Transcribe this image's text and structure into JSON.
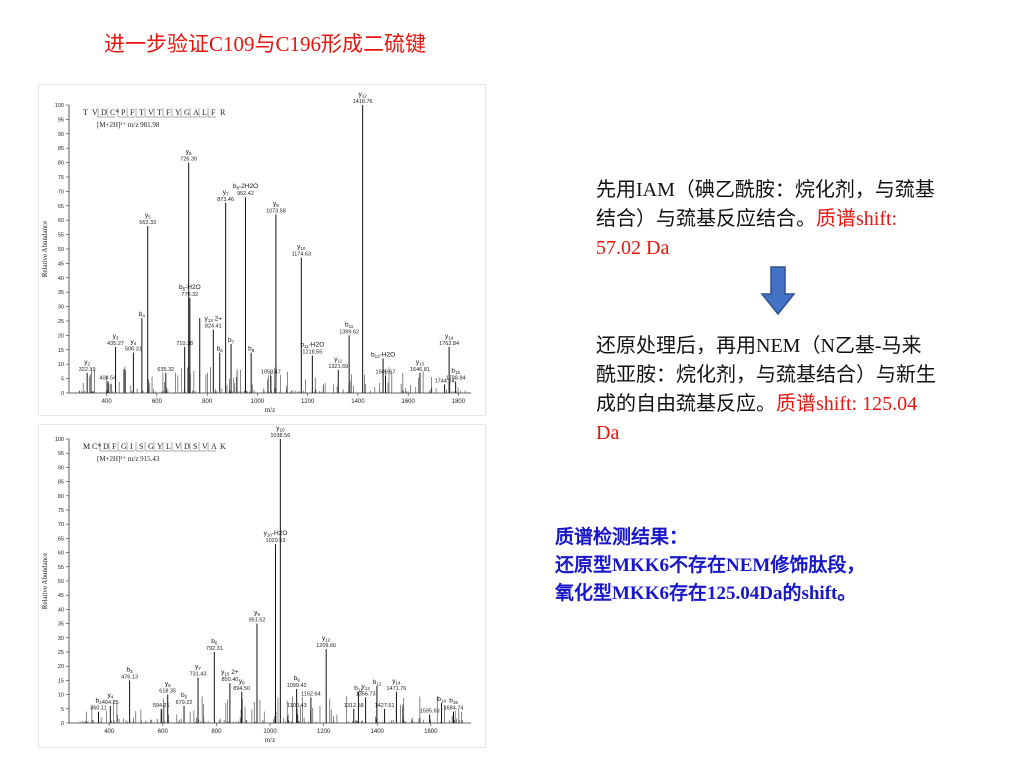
{
  "title": "进一步验证C109与C196形成二硫键",
  "note1": {
    "text": "先用IAM（碘乙酰胺：烷化剂，与巯基结合）与巯基反应结合。",
    "shift": "质谱shift: 57.02 Da"
  },
  "note2": {
    "text": "还原处理后，再用NEM（N乙基-马来酰亚胺：烷化剂，与巯基结合）与新生成的自由巯基反应。",
    "shift": "质谱shift: 125.04 Da"
  },
  "result": {
    "heading": "质谱检测结果：",
    "line1": "还原型MKK6不存在NEM修饰肽段，",
    "line2": "氧化型MKK6存在125.04Da的shift。"
  },
  "colors": {
    "title": "#e8150e",
    "result": "#1717c9",
    "arrow": "#4472c4"
  },
  "chart_data": [
    {
      "type": "bar",
      "peptide": [
        "T",
        "V",
        "D",
        "C*",
        "P",
        "F",
        "T",
        "V",
        "T",
        "F",
        "Y",
        "G",
        "A",
        "L",
        "F",
        "R"
      ],
      "precursor": "[M+2H]²⁺ m/z 981.98",
      "xlabel": "m/z",
      "ylabel": "Relative Abundance",
      "xlim": [
        250,
        1850
      ],
      "ylim": [
        0,
        100
      ],
      "xticks": [
        400,
        600,
        800,
        1000,
        1200,
        1400,
        1600,
        1800
      ],
      "yticks": [
        0,
        5,
        10,
        15,
        20,
        25,
        30,
        35,
        40,
        45,
        50,
        55,
        60,
        65,
        70,
        75,
        80,
        85,
        90,
        95,
        100
      ],
      "peaks": [
        {
          "mz": 322.19,
          "rel": 7,
          "label": "y2",
          "mzText": "322.19"
        },
        {
          "mz": 404.54,
          "rel": 4,
          "label": "",
          "mzText": "404.54"
        },
        {
          "mz": 435.27,
          "rel": 16,
          "label": "y3",
          "mzText": "435.27"
        },
        {
          "mz": 506.31,
          "rel": 14,
          "label": "y4",
          "mzText": "506.31"
        },
        {
          "mz": 540,
          "rel": 26,
          "label": "b4",
          "mzText": ""
        },
        {
          "mz": 563.33,
          "rel": 58,
          "label": "y5",
          "mzText": "563.33"
        },
        {
          "mz": 635.32,
          "rel": 7,
          "label": "",
          "mzText": "635.32"
        },
        {
          "mz": 710.38,
          "rel": 16,
          "label": "",
          "mzText": "710.38"
        },
        {
          "mz": 726.39,
          "rel": 80,
          "label": "y6",
          "mzText": "726.39"
        },
        {
          "mz": 731,
          "rel": 33,
          "label": "b5-H2O",
          "mzText": "770.32"
        },
        {
          "mz": 770.32,
          "rel": 26,
          "label": "",
          "mzText": ""
        },
        {
          "mz": 824.41,
          "rel": 22,
          "label": "y13 2+",
          "mzText": "824.41"
        },
        {
          "mz": 850,
          "rel": 14,
          "label": "b6",
          "mzText": ""
        },
        {
          "mz": 873.46,
          "rel": 66,
          "label": "y7",
          "mzText": "873.46"
        },
        {
          "mz": 895,
          "rel": 17,
          "label": "b7",
          "mzText": ""
        },
        {
          "mz": 952.42,
          "rel": 68,
          "label": "b8-2H2O",
          "mzText": "952.42"
        },
        {
          "mz": 975,
          "rel": 14,
          "label": "b8",
          "mzText": ""
        },
        {
          "mz": 1053.47,
          "rel": 6,
          "label": "",
          "mzText": "1053.47"
        },
        {
          "mz": 1073.58,
          "rel": 62,
          "label": "y9",
          "mzText": "1073.58"
        },
        {
          "mz": 1174.63,
          "rel": 47,
          "label": "y10",
          "mzText": "1174.63"
        },
        {
          "mz": 1218.55,
          "rel": 13,
          "label": "b11-H2O",
          "mzText": "1218.55"
        },
        {
          "mz": 1321.69,
          "rel": 8,
          "label": "y11",
          "mzText": "1321.69"
        },
        {
          "mz": 1365,
          "rel": 20,
          "label": "b11",
          "mzText": "1399.62"
        },
        {
          "mz": 1418.76,
          "rel": 100,
          "label": "y12",
          "mzText": "1418.76"
        },
        {
          "mz": 1500,
          "rel": 12,
          "label": "b13-H2O",
          "mzText": ""
        },
        {
          "mz": 1509.67,
          "rel": 6,
          "label": "",
          "mzText": "1509.67"
        },
        {
          "mz": 1646.81,
          "rel": 7,
          "label": "y13",
          "mzText": "1646.81"
        },
        {
          "mz": 1744.84,
          "rel": 3,
          "label": "",
          "mzText": "1744.84"
        },
        {
          "mz": 1762.84,
          "rel": 16,
          "label": "y14",
          "mzText": "1762.84"
        },
        {
          "mz": 1788.84,
          "rel": 4,
          "label": "b15",
          "mzText": "1788.84"
        }
      ]
    },
    {
      "type": "bar",
      "peptide": [
        "M",
        "C*",
        "D",
        "F",
        "G",
        "I",
        "S",
        "G",
        "Y",
        "L",
        "V",
        "D",
        "S",
        "V",
        "A",
        "K"
      ],
      "precursor": "[M+2H]²⁺ m/z 915.43",
      "xlabel": "m/z",
      "ylabel": "Relative Abundance",
      "xlim": [
        250,
        1750
      ],
      "ylim": [
        0,
        100
      ],
      "xticks": [
        400,
        600,
        800,
        1000,
        1200,
        1400,
        1600
      ],
      "yticks": [
        0,
        5,
        10,
        15,
        20,
        25,
        30,
        35,
        40,
        45,
        50,
        55,
        60,
        65,
        70,
        75,
        80,
        85,
        90,
        95,
        100
      ],
      "peaks": [
        {
          "mz": 360.11,
          "rel": 4,
          "label": "b2",
          "mzText": "360.11"
        },
        {
          "mz": 404.25,
          "rel": 6,
          "label": "y4",
          "mzText": "404.25"
        },
        {
          "mz": 476.13,
          "rel": 15,
          "label": "b3",
          "mzText": "476.13"
        },
        {
          "mz": 594.21,
          "rel": 5,
          "label": "",
          "mzText": "594.21"
        },
        {
          "mz": 618.35,
          "rel": 10,
          "label": "y5",
          "mzText": "618.35"
        },
        {
          "mz": 679.22,
          "rel": 6,
          "label": "b5",
          "mzText": "679.22"
        },
        {
          "mz": 731.43,
          "rel": 16,
          "label": "y7",
          "mzText": "731.43"
        },
        {
          "mz": 792.31,
          "rel": 25,
          "label": "b6",
          "mzText": "792.31"
        },
        {
          "mz": 850.4,
          "rel": 14,
          "label": "y15 2+",
          "mzText": "850.40"
        },
        {
          "mz": 894.5,
          "rel": 11,
          "label": "y8",
          "mzText": "894.50"
        },
        {
          "mz": 951.52,
          "rel": 35,
          "label": "y9",
          "mzText": "951.52"
        },
        {
          "mz": 1020.53,
          "rel": 63,
          "label": "y10-H2O",
          "mzText": "1020.53"
        },
        {
          "mz": 1038.56,
          "rel": 100,
          "label": "y10",
          "mzText": "1038.56"
        },
        {
          "mz": 1099.42,
          "rel": 12,
          "label": "b9",
          "mzText": "1099.42"
        },
        {
          "mz": 1100.43,
          "rel": 5,
          "label": "",
          "mzText": "1100.43"
        },
        {
          "mz": 1152.64,
          "rel": 9,
          "label": "",
          "mzText": "1152.64"
        },
        {
          "mz": 1209.66,
          "rel": 26,
          "label": "y12",
          "mzText": "1209.66"
        },
        {
          "mz": 1312.58,
          "rel": 5,
          "label": "",
          "mzText": "1312.58"
        },
        {
          "mz": 1330,
          "rel": 11,
          "label": "b11",
          "mzText": ""
        },
        {
          "mz": 1356.73,
          "rel": 9,
          "label": "y13",
          "mzText": "1356.73"
        },
        {
          "mz": 1399,
          "rel": 13,
          "label": "b12",
          "mzText": ""
        },
        {
          "mz": 1427.61,
          "rel": 5,
          "label": "",
          "mzText": "1427.61"
        },
        {
          "mz": 1471.76,
          "rel": 11,
          "label": "y14",
          "mzText": "1471.76"
        },
        {
          "mz": 1595.69,
          "rel": 3,
          "label": "",
          "mzText": "1595.69"
        },
        {
          "mz": 1640,
          "rel": 7,
          "label": "b14",
          "mzText": ""
        },
        {
          "mz": 1684.74,
          "rel": 4,
          "label": "b15",
          "mzText": "1684.74"
        }
      ]
    }
  ]
}
